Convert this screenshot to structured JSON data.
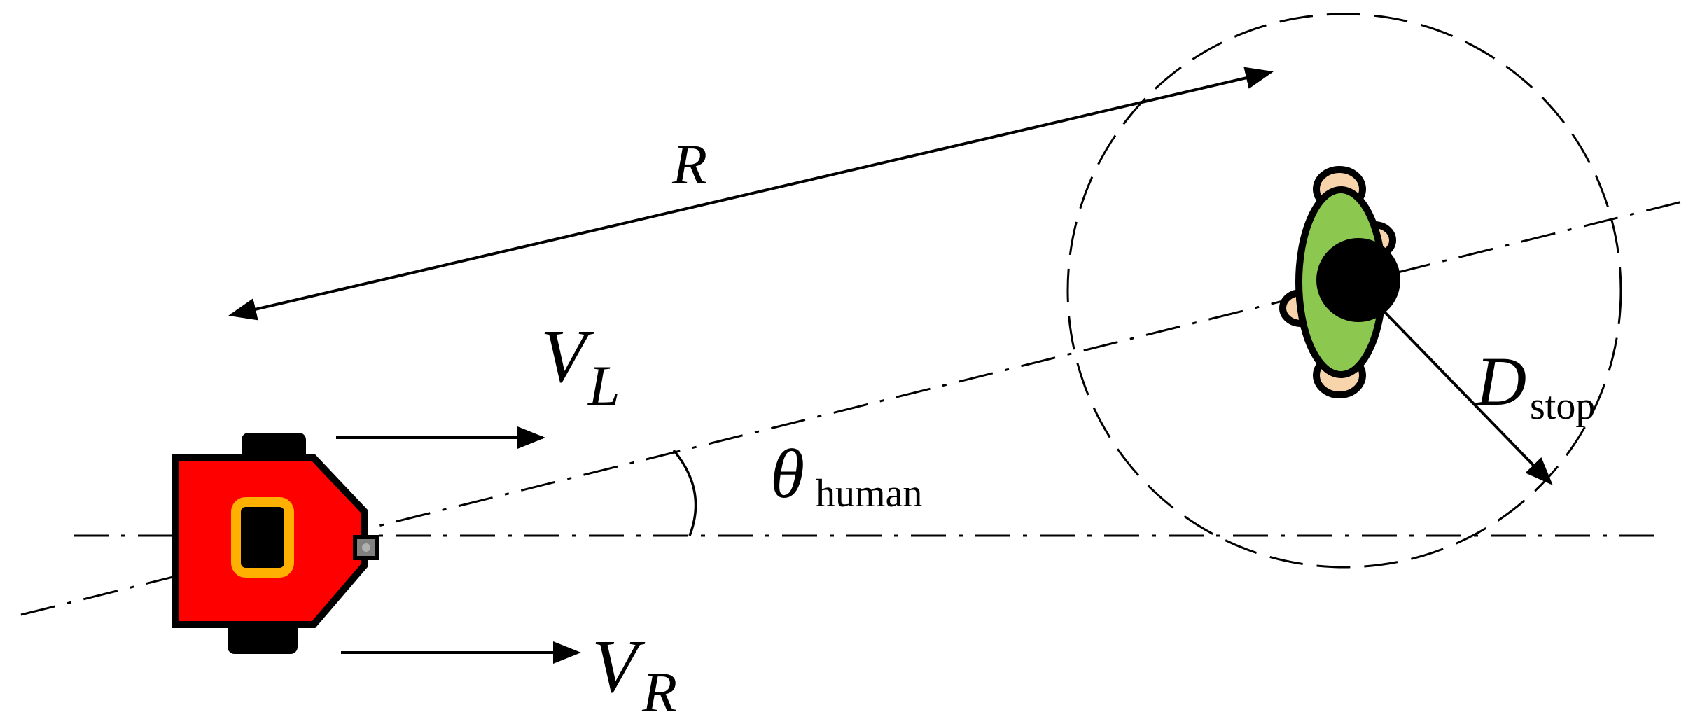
{
  "labels": {
    "range": "R",
    "v_left_main": "V",
    "v_left_sub": "L",
    "v_right_main": "V",
    "v_right_sub": "R",
    "angle_main": "θ",
    "angle_sub": "human",
    "stop_main": "D",
    "stop_sub": "stop"
  },
  "colors": {
    "robot_body": "#ff0000",
    "robot_window": "#ffb000",
    "human_body": "#8cc850",
    "human_skin": "#f8d4ac",
    "outline": "#000000",
    "sensor": "#808080"
  },
  "icons": [
    "robot-icon",
    "human-top-view-icon",
    "sensor-icon"
  ]
}
